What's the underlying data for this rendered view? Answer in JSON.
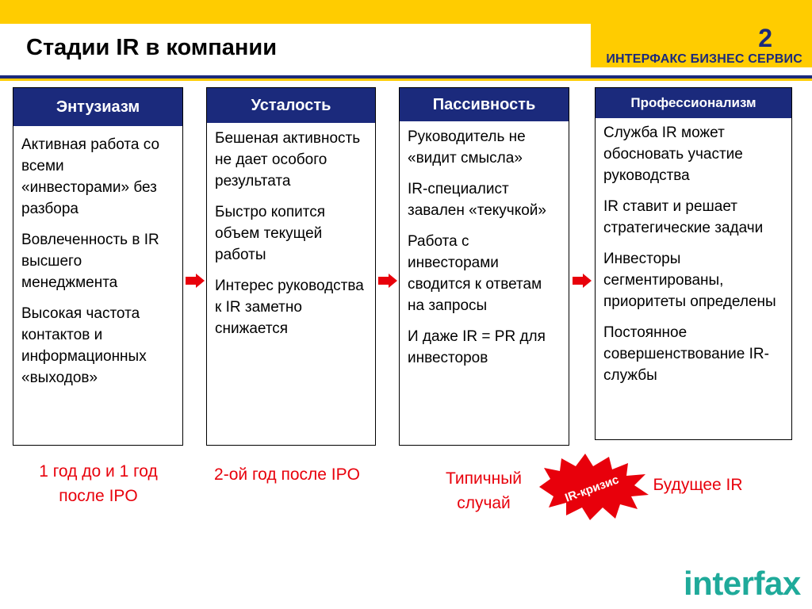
{
  "header": {
    "title": "Стадии IR в компании",
    "slide_number": "2",
    "brand": "ИНТЕРФАКС БИЗНЕС СЕРВИС"
  },
  "stages": [
    {
      "title": "Энтузиазм",
      "items": [
        "Активная работа со всеми «инвесторами» без разбора",
        "Вовлеченность в IR высшего менеджмента",
        "Высокая частота контактов и информационных «выходов»"
      ],
      "caption": "1 год до и 1 год после IPO"
    },
    {
      "title": "Усталость",
      "items": [
        "Бешеная активность не дает особого результата",
        "Быстро копится объем текущей работы",
        "Интерес руководства к IR заметно снижается"
      ],
      "caption": "2-ой год после IPO"
    },
    {
      "title": "Пассивность",
      "items": [
        "Руководитель не «видит смысла»",
        "IR-специалист завален «текучкой»",
        "Работа с инвесторами сводится к ответам на запросы",
        "И даже IR = PR для инвесторов"
      ],
      "caption": "Типичный случай"
    },
    {
      "title": "Профессионализм",
      "items": [
        "Служба IR может обосновать участие руководства",
        "IR ставит и решает стратегические задачи",
        "Инвесторы сегментированы, приоритеты определены",
        "Постоянное совершенствование IR-службы"
      ],
      "caption": "Будущее IR"
    }
  ],
  "crisis_label": "IR-кризис",
  "logo": "interfax",
  "colors": {
    "accent_blue": "#1b2a7c",
    "brand_yellow": "#ffcc00",
    "red": "#e8000b",
    "logo_teal": "#1faa9a"
  }
}
